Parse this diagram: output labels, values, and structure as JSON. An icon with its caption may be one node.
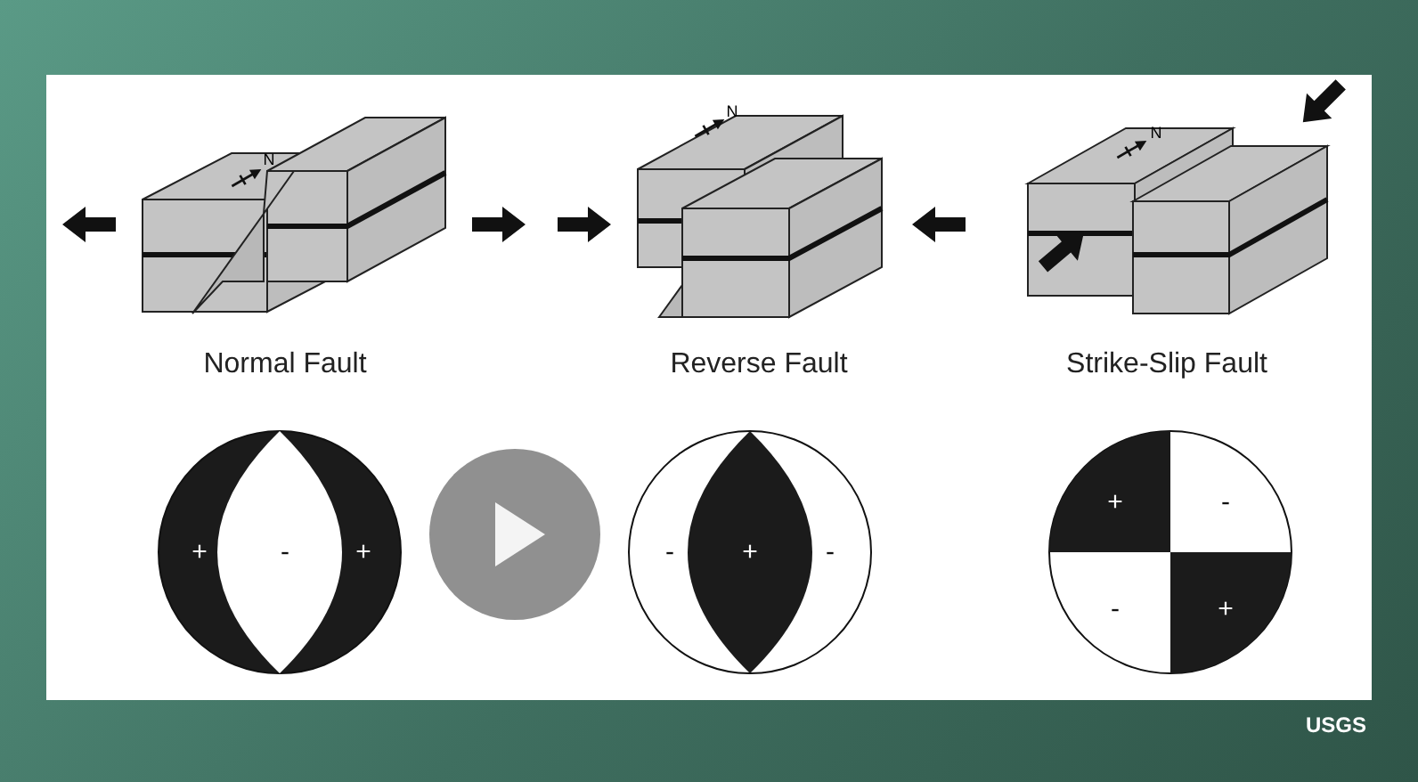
{
  "diagram": {
    "nodes": [
      {
        "text": [
          "+",
          "-",
          "+"
        ]
      },
      {
        "text": [
          "-",
          "+",
          "-"
        ]
      },
      {
        "text": [
          "+",
          "-",
          "-",
          "+"
        ]
      }
    ],
    "labels": [
      "N",
      "N",
      "N",
      "Normal Fault",
      "Reverse Fault",
      "Strike-Slip Fault",
      "USGS"
    ]
  }
}
